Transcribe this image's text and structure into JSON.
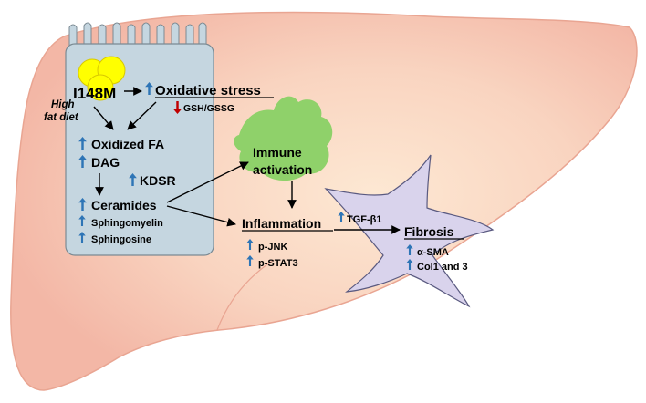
{
  "diagram": {
    "genotype": "I148M",
    "condition": [
      "High",
      "fat diet"
    ],
    "oxidative_stress": "Oxidative stress",
    "gsh_gssg": "GSH/GSSG",
    "oxidized_fa": "Oxidized FA",
    "dag": "DAG",
    "kdsr": "KDSR",
    "ceramides": "Ceramides",
    "sphingomyelin": "Sphingomyelin",
    "sphingosine": "Sphingosine",
    "immune_activation": [
      "Immune",
      "activation"
    ],
    "inflammation": "Inflammation",
    "p_jnk": "p-JNK",
    "p_stat3": "p-STAT3",
    "tgf_b1": "TGF-β1",
    "fibrosis": "Fibrosis",
    "a_sma": "α-SMA",
    "col": "Col1 and 3"
  },
  "colors": {
    "liver": "#f7cbb9",
    "liver_center": "#fbe3cf",
    "hepatocyte": "#c5d6e0",
    "hepatocyte_stroke": "#7b8a93",
    "lipid_droplet": "#ffff00",
    "immune_cell": "#8fd16a",
    "stellate_cell": "#d9d3ec",
    "arrow_up": "#2e75b6",
    "arrow_down": "#c00000"
  },
  "icons": [
    "up-arrow-icon",
    "down-arrow-icon"
  ]
}
